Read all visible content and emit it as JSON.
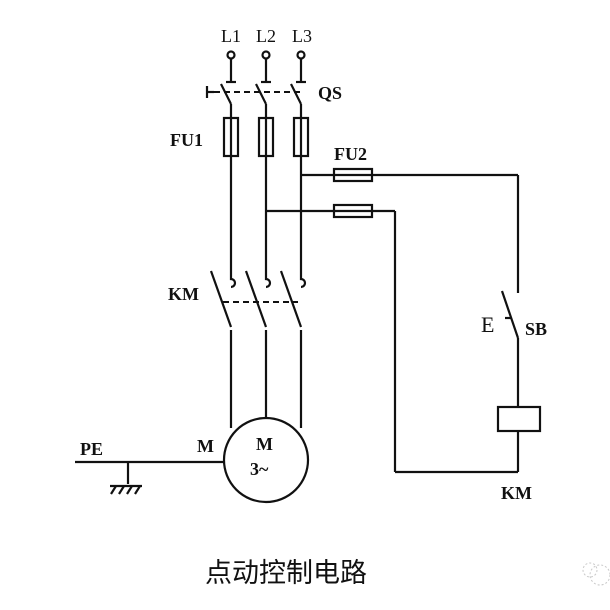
{
  "diagram": {
    "phases": [
      "L1",
      "L2",
      "L3"
    ],
    "labels": {
      "qs": "QS",
      "fu1": "FU1",
      "fu2": "FU2",
      "km_main": "KM",
      "sb": "SB",
      "km_coil": "KM",
      "pe": "PE",
      "motor_label": "M",
      "motor_symbol": "M",
      "motor_phase": "3~",
      "sb_actuator": "E"
    },
    "caption": "点动控制电路",
    "watermark_icon": "wechat-icon",
    "colors": {
      "line": "#111111",
      "background": "#ffffff"
    }
  }
}
